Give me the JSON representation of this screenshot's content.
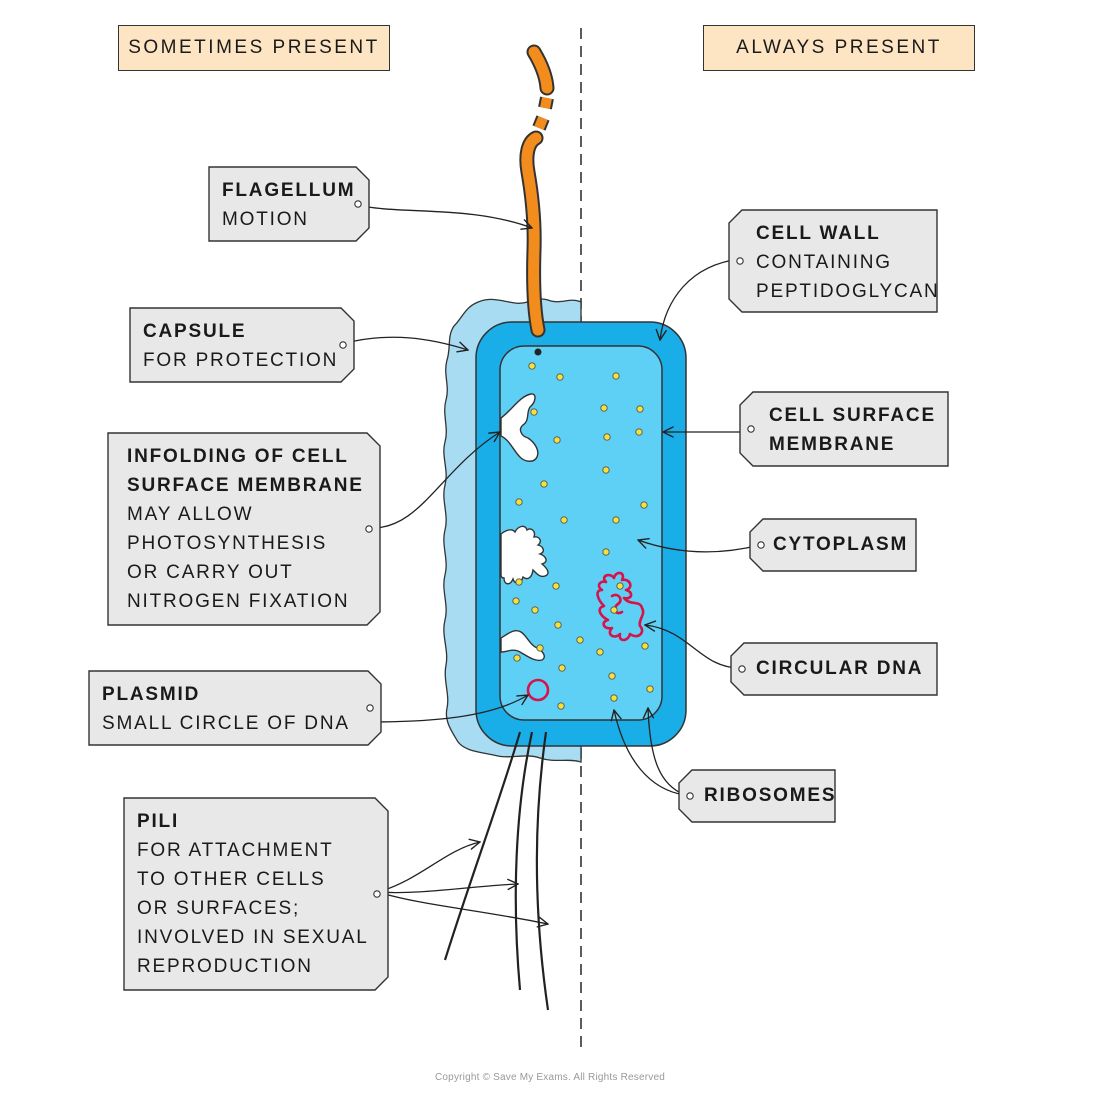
{
  "headers": {
    "sometimes": "SOMETIMES PRESENT",
    "always": "ALWAYS PRESENT"
  },
  "labels": {
    "flagellum": {
      "title": "FLAGELLUM",
      "lines": [
        "MOTION"
      ]
    },
    "capsule": {
      "title": "CAPSULE",
      "lines": [
        "FOR PROTECTION"
      ]
    },
    "infolding": {
      "title_lines": [
        "INFOLDING OF CELL",
        "SURFACE MEMBRANE"
      ],
      "lines": [
        "MAY ALLOW",
        "PHOTOSYNTHESIS",
        "OR CARRY OUT",
        "NITROGEN FIXATION"
      ]
    },
    "plasmid": {
      "title": "PLASMID",
      "lines": [
        "SMALL CIRCLE OF DNA"
      ]
    },
    "pili": {
      "title": "PILI",
      "lines": [
        "FOR ATTACHMENT",
        "TO OTHER CELLS",
        "OR SURFACES;",
        "INVOLVED IN SEXUAL",
        "REPRODUCTION"
      ]
    },
    "cell_wall": {
      "title": "CELL WALL",
      "lines": [
        "CONTAINING",
        "PEPTIDOGLYCAN"
      ]
    },
    "cell_surface_membrane": {
      "title_lines": [
        "CELL SURFACE",
        "MEMBRANE"
      ],
      "lines": []
    },
    "cytoplasm": {
      "title": "CYTOPLASM",
      "lines": []
    },
    "circular_dna": {
      "title": "CIRCULAR DNA",
      "lines": []
    },
    "ribosomes": {
      "title": "RIBOSOMES",
      "lines": []
    }
  },
  "copyright": "Copyright © Save My Exams. All Rights Reserved",
  "colors": {
    "capsule": "#a8dcf2",
    "cell_wall": "#1aaee8",
    "cytoplasm": "#5fd0f5",
    "flagellum": "#f28c1c",
    "dna": "#d6134a",
    "ribosome": "#f5e13a",
    "header_bg": "#fde5c4",
    "tag_bg": "#e8e8e8"
  }
}
